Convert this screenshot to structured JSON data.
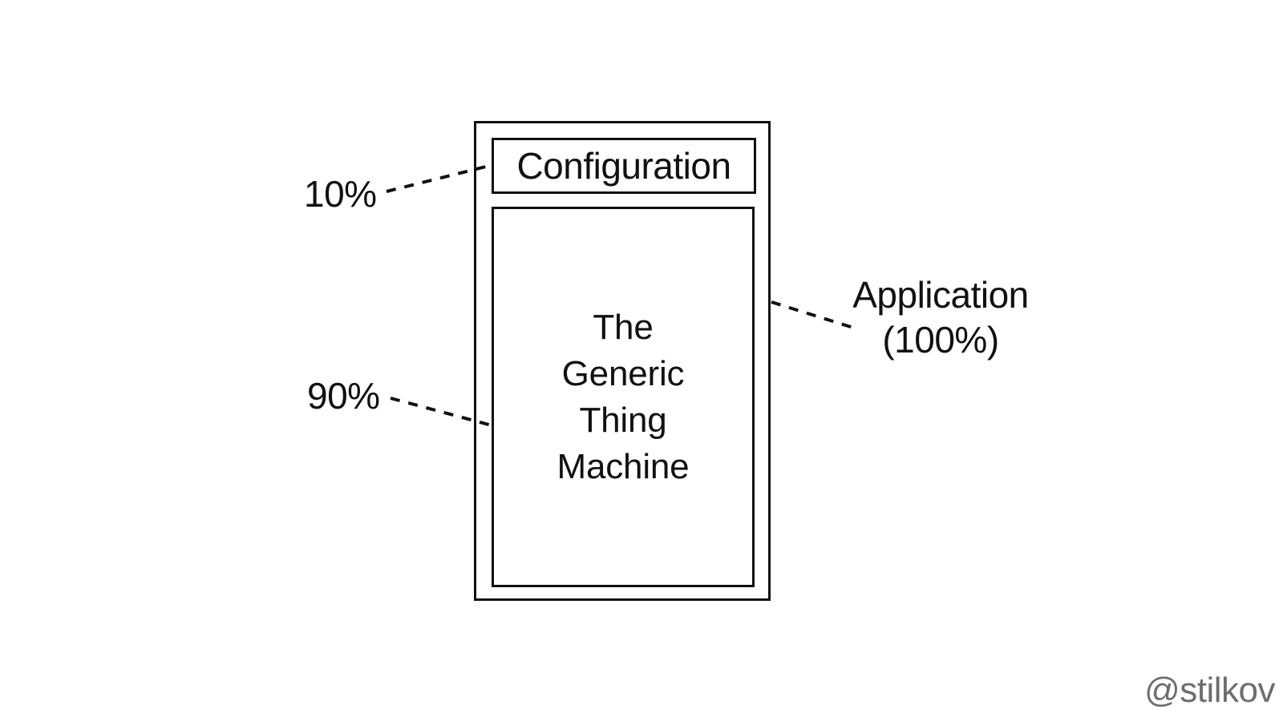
{
  "diagram": {
    "title_hidden": "",
    "boxes": {
      "configuration": {
        "label": "Configuration"
      },
      "machine": {
        "lines": [
          "The",
          "Generic",
          "Thing",
          "Machine"
        ]
      }
    },
    "callouts": {
      "configuration_share": "10%",
      "machine_share": "90%",
      "application_line1": "Application",
      "application_line2": "(100%)"
    },
    "colors": {
      "stroke": "#111111",
      "background": "#ffffff",
      "watermark": "#6e6e6e"
    }
  },
  "watermark": {
    "handle": "@stilkov"
  }
}
